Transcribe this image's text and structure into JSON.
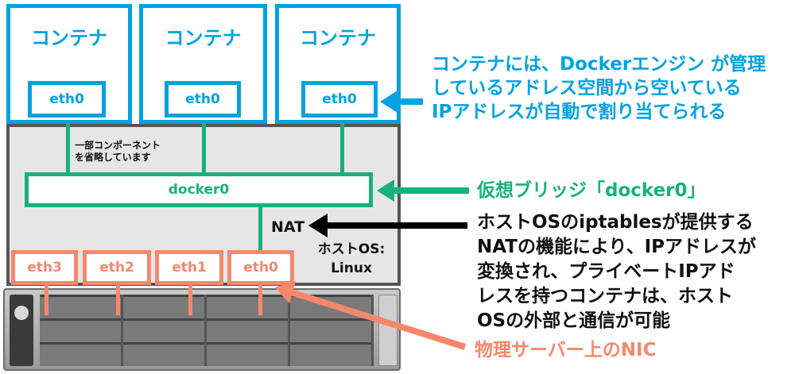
{
  "containers": [
    {
      "title": "コンテナ",
      "eth": "eth0"
    },
    {
      "title": "コンテナ",
      "eth": "eth0"
    },
    {
      "title": "コンテナ",
      "eth": "eth0"
    }
  ],
  "host": {
    "note_lines": [
      "一部コンポーネント",
      "を省略しています"
    ],
    "bridge_label": "docker0",
    "nat_label": "NAT",
    "os_label_lines": [
      "ホストOS:",
      "Linux"
    ],
    "nics": [
      "eth3",
      "eth2",
      "eth1",
      "eth0"
    ]
  },
  "callouts": {
    "container": [
      "コンテナには、Dockerエンジン が管理",
      "しているアドレス空間から空いている",
      "IPアドレスが自動で割り当てられる"
    ],
    "bridge": [
      "仮想ブリッジ「docker0」"
    ],
    "nat": [
      "ホストOSのiptablesが提供する",
      "NATの機能により、IPアドレスが",
      "変換され、プライベートIPアド",
      "レスを持つコンテナは、ホスト",
      "OSの外部と通信が可能"
    ],
    "nic": [
      "物理サーバー上のNIC"
    ]
  },
  "colors": {
    "container": "#00a3e0",
    "bridge": "#16b27a",
    "nic": "#f5886b",
    "nat_arrow": "#000000",
    "host_bg": "#e6e6e6"
  }
}
